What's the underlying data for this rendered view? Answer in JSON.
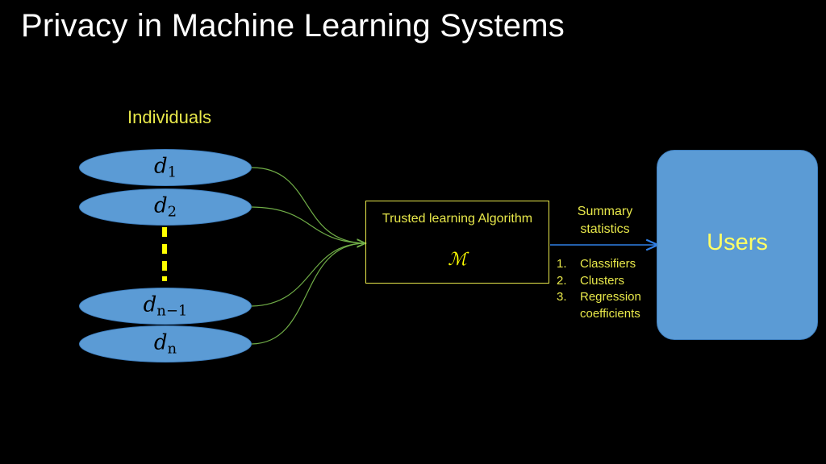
{
  "slide": {
    "title": "Privacy in Machine Learning Systems"
  },
  "individuals": {
    "label": "Individuals",
    "items": [
      {
        "base": "d",
        "sub": "1"
      },
      {
        "base": "d",
        "sub": "2"
      },
      {
        "base": "d",
        "sub": "n−1"
      },
      {
        "base": "d",
        "sub": "n"
      }
    ]
  },
  "algorithm": {
    "label": "Trusted learning Algorithm",
    "symbol": "ℳ"
  },
  "summary": {
    "label_line1": "Summary",
    "label_line2": "statistics",
    "items": [
      {
        "num": "1.",
        "text": "Classifiers"
      },
      {
        "num": "2.",
        "text": "Clusters"
      },
      {
        "num": "3.",
        "text": "Regression coefficients"
      }
    ]
  },
  "users": {
    "label": "Users"
  },
  "colors": {
    "background": "#000000",
    "ellipse_fill": "#5b9bd5",
    "accent_yellow": "#e8e84a",
    "connector_green": "#70ad47",
    "arrow_blue": "#2f7fe6"
  }
}
